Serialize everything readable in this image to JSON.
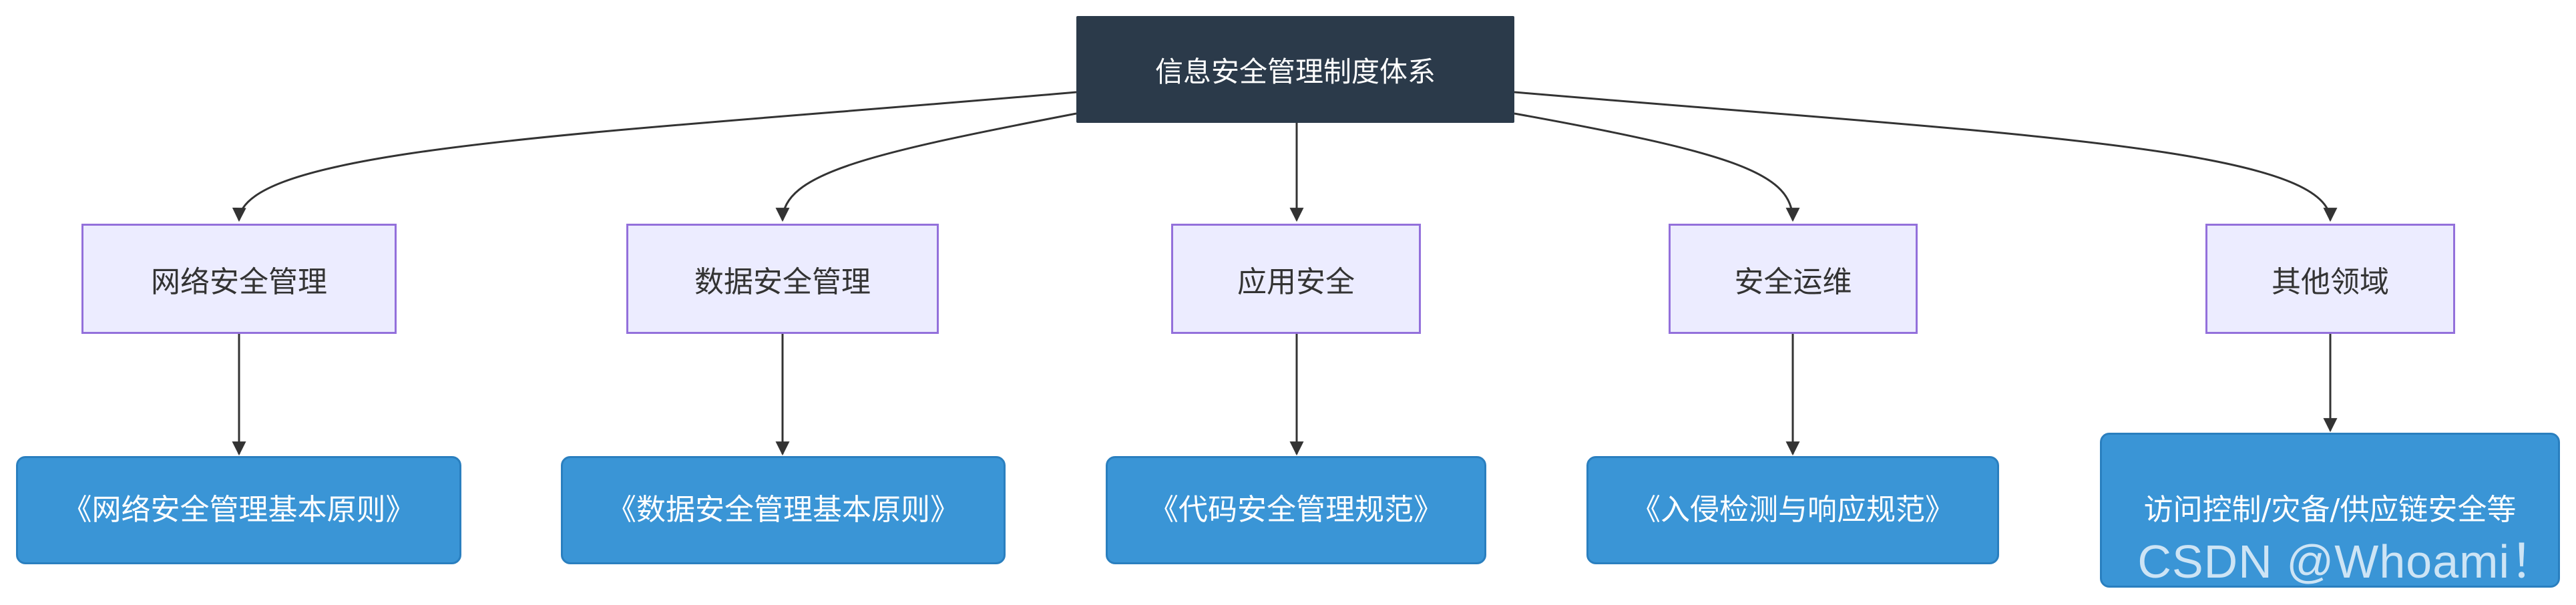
{
  "root": {
    "label": "信息安全管理制度体系"
  },
  "categories": [
    {
      "label": "网络安全管理"
    },
    {
      "label": "数据安全管理"
    },
    {
      "label": "应用安全"
    },
    {
      "label": "安全运维"
    },
    {
      "label": "其他领域"
    }
  ],
  "documents": [
    {
      "label": "《网络安全管理基本原则》"
    },
    {
      "label": "《数据安全管理基本原则》"
    },
    {
      "label": "《代码安全管理规范》"
    },
    {
      "label": "《入侵检测与响应规范》"
    },
    {
      "label": "访问控制/灾备/供应链安全等"
    }
  ],
  "watermark": "CSDN @Whoami！",
  "colors": {
    "root_fill": "#2b3a4a",
    "category_fill": "#ececff",
    "category_border": "#9370db",
    "document_fill": "#3a95d6",
    "edge": "#333333"
  }
}
